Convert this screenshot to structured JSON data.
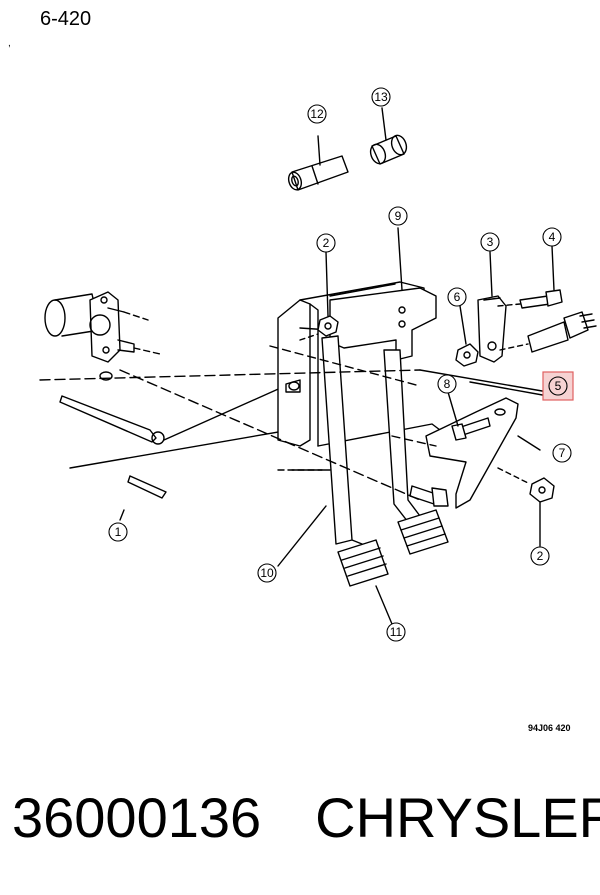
{
  "header": {
    "page_number": "6-420",
    "mark": ","
  },
  "diagram": {
    "callouts": [
      "1",
      "2",
      "3",
      "4",
      "5",
      "6",
      "7",
      "8",
      "9",
      "10",
      "11",
      "12",
      "13",
      "2"
    ],
    "highlight_color": "#e06060",
    "reference_code": "94J06  420"
  },
  "caption": {
    "part_number": "36000136",
    "brand": "CHRYSLER"
  }
}
